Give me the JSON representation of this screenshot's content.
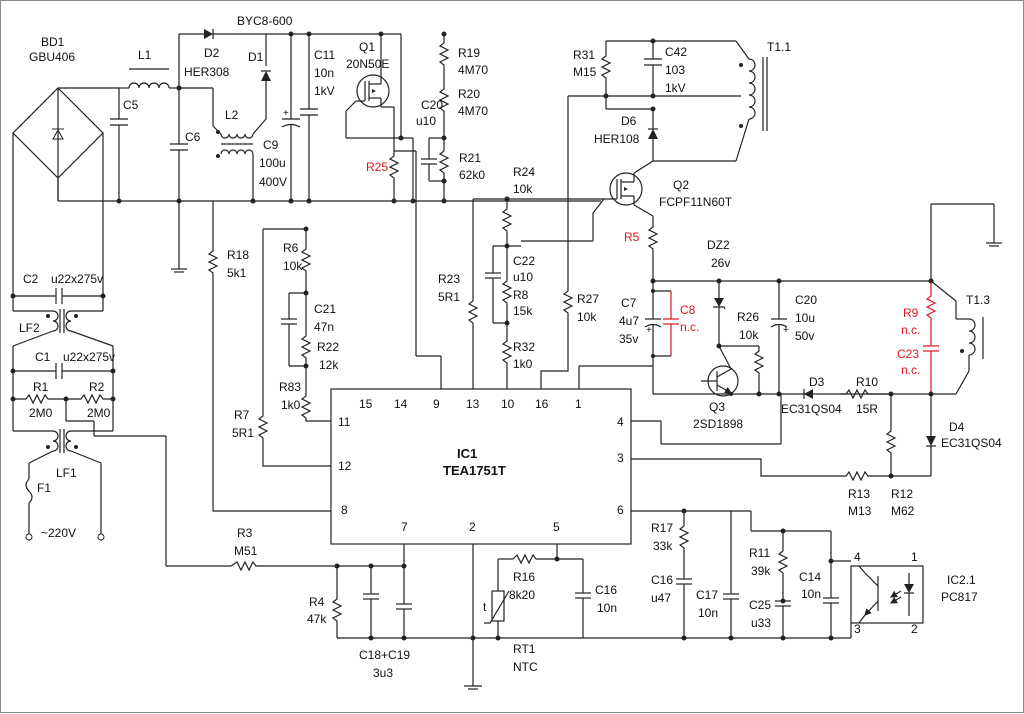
{
  "colors": {
    "wire": "#222222",
    "highlight": "#e0141e",
    "background": "#ffffff"
  },
  "ic1": {
    "ref": "IC1",
    "part": "TEA1751T",
    "pins": {
      "p15": "15",
      "p14": "14",
      "p9": "9",
      "p13": "13",
      "p10": "10",
      "p16": "16",
      "p1": "1",
      "p11": "11",
      "p12": "12",
      "p8": "8",
      "p7": "7",
      "p2": "2",
      "p5": "5",
      "p4": "4",
      "p3": "3",
      "p6": "6"
    }
  },
  "ic2": {
    "ref": "IC2.1",
    "part": "PC817",
    "pin1": "1",
    "pin2": "2",
    "pin3": "3",
    "pin4": "4"
  },
  "labels": {
    "bd1": "BD1",
    "bd1_part": "GBU406",
    "l1": "L1",
    "d2": "D2",
    "d2_part": "HER308",
    "byc": "BYC8-600",
    "d1": "D1",
    "l2": "L2",
    "c5": "C5",
    "c6": "C6",
    "c9": "C9",
    "c9_v1": "100u",
    "c9_v2": "400V",
    "c11": "C11",
    "c11_v1": "10n",
    "c11_v2": "1kV",
    "q1": "Q1",
    "q1_part": "20N50E",
    "r25": "R25",
    "r19": "R19",
    "r19_v": "4M70",
    "r20": "R20",
    "r20_v": "4M70",
    "c20a": "C20",
    "c20a_v": "u10",
    "r21": "R21",
    "r21_v": "62k0",
    "r31": "R31",
    "r31_v": "M15",
    "c42": "C42",
    "c42_v1": "103",
    "c42_v2": "1kV",
    "t11": "T1.1",
    "d6": "D6",
    "d6_part": "HER108",
    "r24": "R24",
    "r24_v": "10k",
    "q2": "Q2",
    "q2_part": "FCPF11N60T",
    "r5": "R5",
    "dz2": "DZ2",
    "dz2_v": "26v",
    "c22": "C22",
    "c22_v": "u10",
    "r8": "R8",
    "r8_v": "15k",
    "r32": "R32",
    "r32_v": "1k0",
    "r27": "R27",
    "r27_v": "10k",
    "c7": "C7",
    "c7_v1": "4u7",
    "c7_v2": "35v",
    "c8": "C8",
    "c8_v": "n.c.",
    "r26": "R26",
    "r26_v": "10k",
    "c20b": "C20",
    "c20b_v1": "10u",
    "c20b_v2": "50v",
    "r9": "R9",
    "r9_v": "n.c.",
    "c23": "C23",
    "c23_v": "n.c.",
    "t13": "T1.3",
    "q3": "Q3",
    "q3_part": "2SD1898",
    "d3": "D3",
    "d3_part": "EC31QS04",
    "r10": "R10",
    "r10_v": "15R",
    "d4": "D4",
    "d4_part": "EC31QS04",
    "r18": "R18",
    "r18_v": "5k1",
    "r6": "R6",
    "r6_v": "10k",
    "c21": "C21",
    "c21_v": "47n",
    "r22": "R22",
    "r22_v": "12k",
    "r83": "R83",
    "r83_v": "1k0",
    "r23": "R23",
    "r23_v": "5R1",
    "r7": "R7",
    "r7_v": "5R1",
    "c2": "C2",
    "c2_v": "u22x275v",
    "lf2": "LF2",
    "c1": "C1",
    "c1_v": "u22x275v",
    "r1": "R1",
    "r1_v": "2M0",
    "r2": "R2",
    "r2_v": "2M0",
    "lf1": "LF1",
    "f1": "F1",
    "mains": "~220V",
    "r3": "R3",
    "r3_v": "M51",
    "r4": "R4",
    "r4_v": "47k",
    "c1819": "C18+C19",
    "c1819_v": "3u3",
    "r16": "R16",
    "r16_v": "8k20",
    "t": "t",
    "rt1": "RT1",
    "rt1_part": "NTC",
    "c16a": "C16",
    "c16a_v": "10n",
    "r17": "R17",
    "r17_v": "33k",
    "c16b": "C16",
    "c16b_v": "u47",
    "c17": "C17",
    "c17_v": "10n",
    "r11": "R11",
    "r11_v": "39k",
    "c25": "C25",
    "c25_v": "u33",
    "c14": "C14",
    "c14_v": "10n",
    "r13": "R13",
    "r13_v": "M13",
    "r12": "R12",
    "r12_v": "M62"
  }
}
